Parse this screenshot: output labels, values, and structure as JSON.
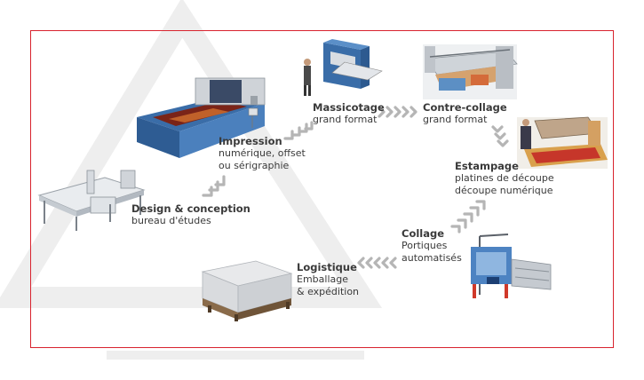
{
  "colors": {
    "frame": "#d8232e",
    "triangle": "#eeeeee",
    "chevron": "#b5b5b5",
    "machine_blue": "#3a6da8",
    "machine_grey": "#c9cdd2"
  },
  "steps": [
    {
      "id": "design",
      "title": "Design & conception",
      "lines": [
        "bureau d'études"
      ]
    },
    {
      "id": "impression",
      "title": "Impression",
      "lines": [
        "numérique, offset",
        "ou sérigraphie"
      ]
    },
    {
      "id": "massicotage",
      "title": "Massicotage",
      "lines": [
        "grand format"
      ]
    },
    {
      "id": "contre-collage",
      "title": "Contre-collage",
      "lines": [
        "grand format"
      ]
    },
    {
      "id": "estampage",
      "title": "Estampage",
      "lines": [
        "platines de découpe",
        "découpe numérique"
      ]
    },
    {
      "id": "collage",
      "title": "Collage",
      "lines": [
        "Portiques",
        "automatisés"
      ]
    },
    {
      "id": "logistique",
      "title": "Logistique",
      "lines": [
        "Emballage",
        "& expédition"
      ]
    }
  ],
  "icons": {
    "design": "flatbed-cutter-icon",
    "impression": "wide-format-printer-icon",
    "massicotage": "guillotine-cutter-icon",
    "contre-collage": "laminator-icon",
    "estampage": "die-cutting-press-icon",
    "collage": "gluing-gantry-icon",
    "logistique": "pallet-boxes-icon",
    "arrow": "chevron-arrow-icon"
  }
}
